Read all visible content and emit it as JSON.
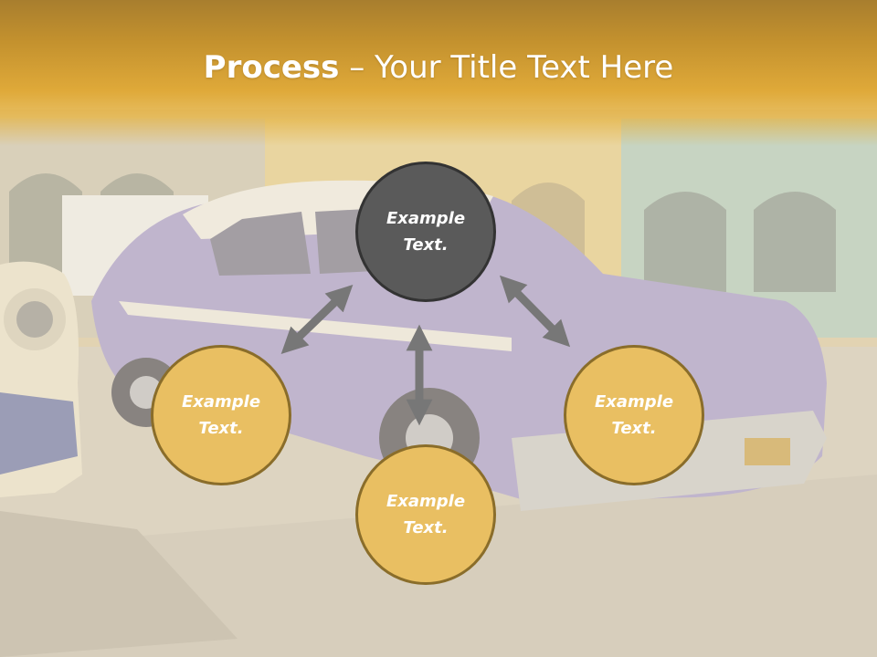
{
  "title": {
    "bold": "Process",
    "separator": " – ",
    "rest": "Your Title Text Here"
  },
  "nodes": {
    "center": {
      "line1": "Example",
      "line2": "Text."
    },
    "left": {
      "line1": "Example",
      "line2": "Text."
    },
    "right": {
      "line1": "Example",
      "line2": "Text."
    },
    "bottom": {
      "line1": "Example",
      "line2": "Text."
    }
  },
  "colors": {
    "title_band": "#dfa939",
    "center_fill": "#5a5a5a",
    "gold_fill": "#e9bf62",
    "arrow": "#777777"
  }
}
